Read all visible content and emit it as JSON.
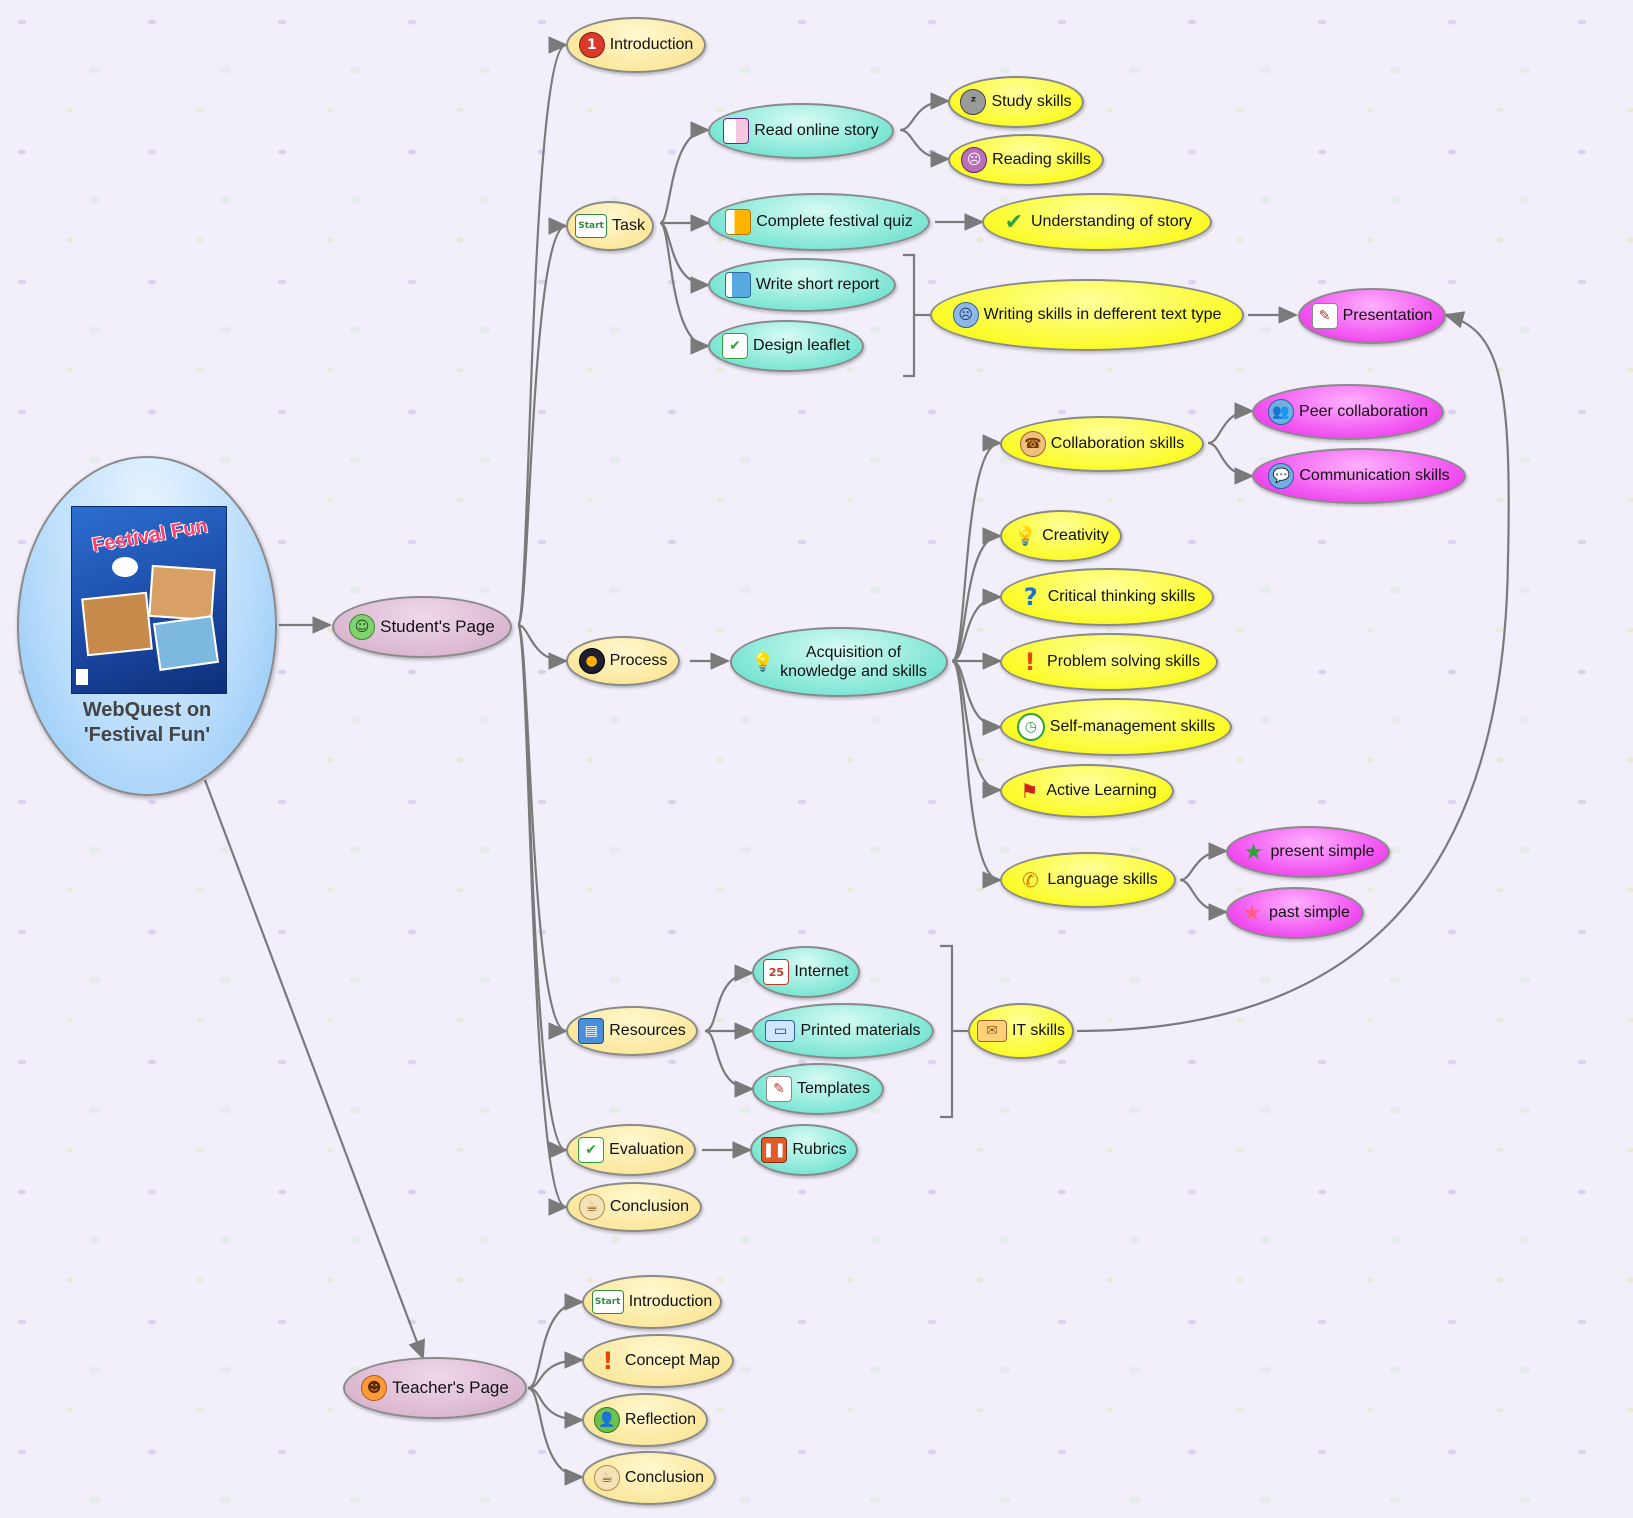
{
  "root": {
    "title_line1": "WebQuest on",
    "title_line2": "'Festival Fun'",
    "cover_title": "Festival Fun"
  },
  "students_page": {
    "label": "Student's Page",
    "icon": "smiley-icon"
  },
  "teachers_page": {
    "label": "Teacher's Page",
    "icon": "grin-icon"
  },
  "student_sections": {
    "introduction": {
      "label": "Introduction",
      "icon": "info-1-icon"
    },
    "task": {
      "label": "Task",
      "icon": "start-icon"
    },
    "process": {
      "label": "Process",
      "icon": "bomb-icon"
    },
    "resources": {
      "label": "Resources",
      "icon": "printer-icon"
    },
    "evaluation": {
      "label": "Evaluation",
      "icon": "check-icon"
    },
    "conclusion": {
      "label": "Conclusion",
      "icon": "coffee-icon"
    }
  },
  "task_items": {
    "read_story": {
      "label": "Read online story",
      "icon": "quarter-square-icon"
    },
    "quiz": {
      "label": "Complete festival quiz",
      "icon": "half-square-icon"
    },
    "report": {
      "label": "Write short report",
      "icon": "three-quarter-square-icon"
    },
    "leaflet": {
      "label": "Design leaflet",
      "icon": "check-icon"
    }
  },
  "task_outcomes": {
    "study": {
      "label": "Study skills",
      "icon": "sleepy-face-icon"
    },
    "reading": {
      "label": "Reading skills",
      "icon": "surprised-face-icon"
    },
    "understanding": {
      "label": "Understanding of story",
      "icon": "check-icon"
    },
    "writing": {
      "label": "Writing skills in defferent text type",
      "icon": "crying-face-icon"
    },
    "presentation": {
      "label": "Presentation",
      "icon": "note-pencil-icon"
    }
  },
  "process": {
    "acquisition": {
      "line1": "Acquisition of",
      "line2": "knowledge and skills",
      "icon": "lightbulb-icon"
    },
    "skills": {
      "collaboration": {
        "label": "Collaboration skills",
        "icon": "telephone-icon"
      },
      "creativity": {
        "label": "Creativity",
        "icon": "lightbulb-icon"
      },
      "critical": {
        "label": "Critical thinking skills",
        "icon": "question-icon"
      },
      "problem": {
        "label": "Problem solving skills",
        "icon": "exclamation-icon"
      },
      "self": {
        "label": "Self-management skills",
        "icon": "clock-icon"
      },
      "active": {
        "label": "Active Learning",
        "icon": "flag-icon"
      },
      "language": {
        "label": "Language skills",
        "icon": "phone-handset-icon"
      }
    },
    "collab_subs": {
      "peer": {
        "label": "Peer collaboration",
        "icon": "people-icon"
      },
      "communication": {
        "label": "Communication skills",
        "icon": "chat-people-icon"
      }
    },
    "language_subs": {
      "present": {
        "label": "present simple",
        "icon": "green-star-icon"
      },
      "past": {
        "label": "past simple",
        "icon": "pink-star-icon"
      }
    }
  },
  "resources": {
    "internet": {
      "label": "Internet",
      "icon": "calendar-icon",
      "calendar_day": "25"
    },
    "printed": {
      "label": "Printed materials",
      "icon": "id-card-icon"
    },
    "templates": {
      "label": "Templates",
      "icon": "note-pencil-icon"
    },
    "it_skills": {
      "label": "IT skills",
      "icon": "envelope-icon"
    }
  },
  "evaluation": {
    "rubrics": {
      "label": "Rubrics",
      "icon": "pause-icon"
    }
  },
  "teacher_sections": {
    "introduction": {
      "label": "Introduction",
      "icon": "start-icon"
    },
    "concept_map": {
      "label": "Concept Map",
      "icon": "exclamation-icon"
    },
    "reflection": {
      "label": "Reflection",
      "icon": "person-icon"
    },
    "conclusion": {
      "label": "Conclusion",
      "icon": "coffee-icon"
    }
  },
  "icon_glyphs": {
    "start": "Start",
    "info": "1",
    "check": "✔",
    "question": "?",
    "exclamation": "!"
  },
  "colors": {
    "connector": "#7a7a7a",
    "root_fill": "#a9d4f8",
    "pale_yellow": "#fbe79a",
    "yellow": "#fbfb2a",
    "teal": "#7ee6d5",
    "pink": "#f04cf0",
    "mauve": "#d9b6cf"
  }
}
